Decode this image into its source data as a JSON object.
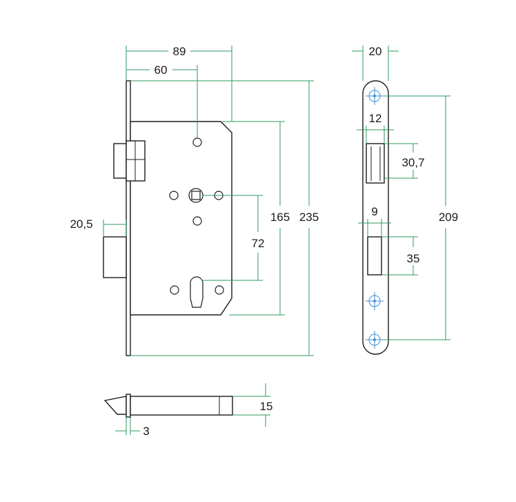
{
  "front_view": {
    "width_overall": "89",
    "backset": "60",
    "case_height": "165",
    "forend_height": "235",
    "centre_distance": "72",
    "bolt_throw": "20,5"
  },
  "forend_view": {
    "forend_width": "20",
    "latch_slot_width": "12",
    "latch_slot_height": "30,7",
    "fixing_centres": "209",
    "bolt_slot_width": "9",
    "bolt_slot_height": "35"
  },
  "bottom_view": {
    "forend_thickness": "3",
    "case_depth": "15"
  },
  "colors": {
    "dimension": "#2e9a5f",
    "outline": "#1a1a1a",
    "screw": "#3a8fd6"
  }
}
